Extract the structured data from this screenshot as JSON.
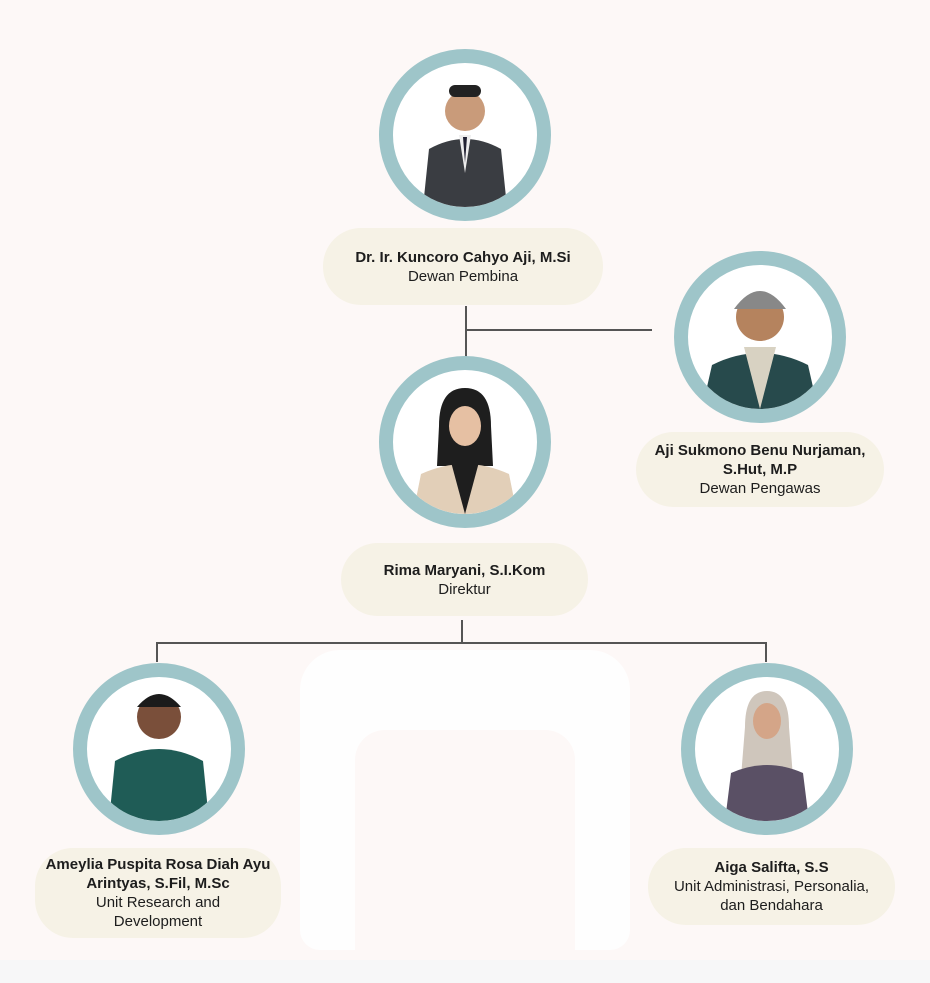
{
  "colors": {
    "ring": "#9ec5c9",
    "pill": "#f6f2e6",
    "background": "#fdf8f7"
  },
  "members": {
    "pembina": {
      "name": "Dr. Ir. Kuncoro Cahyo Aji, M.Si",
      "role": "Dewan Pembina"
    },
    "pengawas": {
      "name": "Aji Sukmono Benu Nurjaman, S.Hut, M.P",
      "role": "Dewan Pengawas"
    },
    "direktur": {
      "name": "Rima Maryani, S.I.Kom",
      "role": "Direktur"
    },
    "research": {
      "name": "Ameylia Puspita Rosa Diah Ayu Arintyas, S.Fil, M.Sc",
      "role": "Unit Research and Development"
    },
    "admin": {
      "name": "Aiga Salifta, S.S",
      "role": "Unit Administrasi, Personalia, dan Bendahara"
    }
  }
}
